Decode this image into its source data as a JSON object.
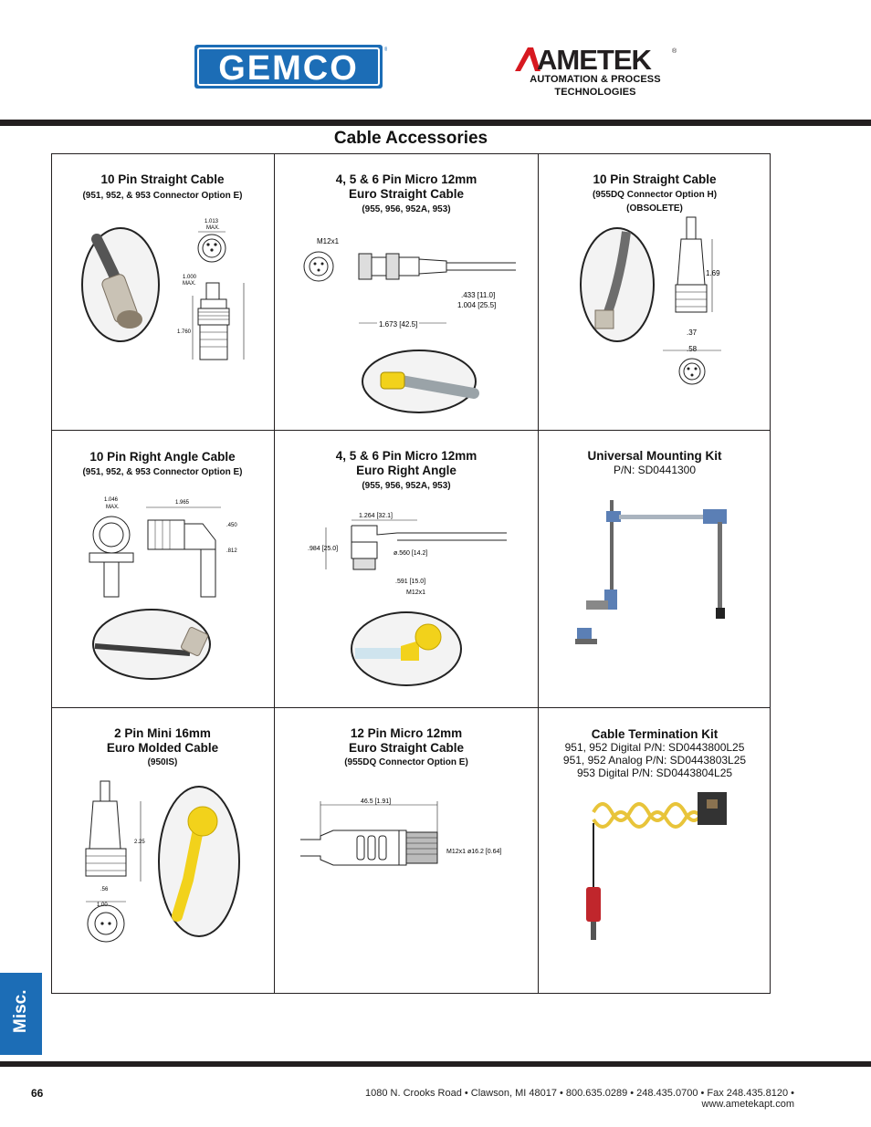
{
  "header": {
    "gemco_logo": "GEMCO",
    "ametek_logo": "AMETEK",
    "ametek_subtitle_line1": "AUTOMATION & PROCESS",
    "ametek_subtitle_line2": "TECHNOLOGIES"
  },
  "page_title": "Cable Accessories",
  "cells": [
    {
      "title1": "10 Pin Straight Cable",
      "title2": "",
      "sub": "(951, 952, & 953 Connector Option E)",
      "sub2": "",
      "dims": [
        "1.013",
        "MAX.",
        "1.000",
        "MAX.",
        "1.760"
      ]
    },
    {
      "title1": "4, 5 & 6 Pin Micro 12mm",
      "title2": "Euro Straight Cable",
      "sub": "(955, 956, 952A, 953)",
      "sub2": "",
      "dims": [
        "M12x1",
        ".433 [11.0]",
        "1.004 [25.5]",
        "1.673 [42.5]"
      ]
    },
    {
      "title1": "10 Pin Straight Cable",
      "title2": "",
      "sub": "(955DQ Connector Option H)",
      "sub2": "(OBSOLETE)",
      "dims": [
        "1.69",
        ".37",
        ".58"
      ]
    },
    {
      "title1": "10 Pin Right Angle Cable",
      "title2": "",
      "sub": "(951, 952, & 953 Connector Option E)",
      "sub2": "",
      "dims": [
        "1.046",
        "MAX.",
        "1.965",
        ".450",
        ".812"
      ]
    },
    {
      "title1": "4, 5 & 6 Pin Micro 12mm",
      "title2": "Euro Right Angle",
      "sub": "(955, 956, 952A, 953)",
      "sub2": "",
      "dims": [
        "1.264 [32.1]",
        ".984 [25.0]",
        "ø.560 [14.2]",
        ".591 [15.0]",
        "M12x1"
      ]
    },
    {
      "title1": "Universal Mounting Kit",
      "title2": "",
      "plain": [
        "P/N: SD0441300"
      ]
    },
    {
      "title1": "2 Pin Mini 16mm",
      "title2": "Euro Molded Cable",
      "sub": "(950IS)",
      "sub2": "",
      "dims": [
        "2.25",
        ".56",
        "1.00"
      ]
    },
    {
      "title1": "12 Pin Micro 12mm",
      "title2": "Euro Straight Cable",
      "sub": "(955DQ Connector Option E)",
      "sub2": "",
      "dims": [
        "46.5 [1.91]",
        "M12x1 ø16.2 [0.64]"
      ]
    },
    {
      "title1": "Cable Termination Kit",
      "title2": "",
      "plain": [
        "951, 952 Digital P/N: SD0443800L25",
        "951, 952 Analog P/N: SD0443803L25",
        "953 Digital P/N: SD0443804L25"
      ]
    }
  ],
  "side_tab": "Misc.",
  "footer": {
    "page_number": "66",
    "address": "1080 N. Crooks Road  •  Clawson, MI  48017  •  800.635.0289  •  248.435.0700  •  Fax 248.435.8120  •  www.ametekapt.com"
  },
  "colors": {
    "brand_blue": "#1c6db6",
    "rule": "#231f20",
    "cable_yellow": "#f2d21b"
  }
}
